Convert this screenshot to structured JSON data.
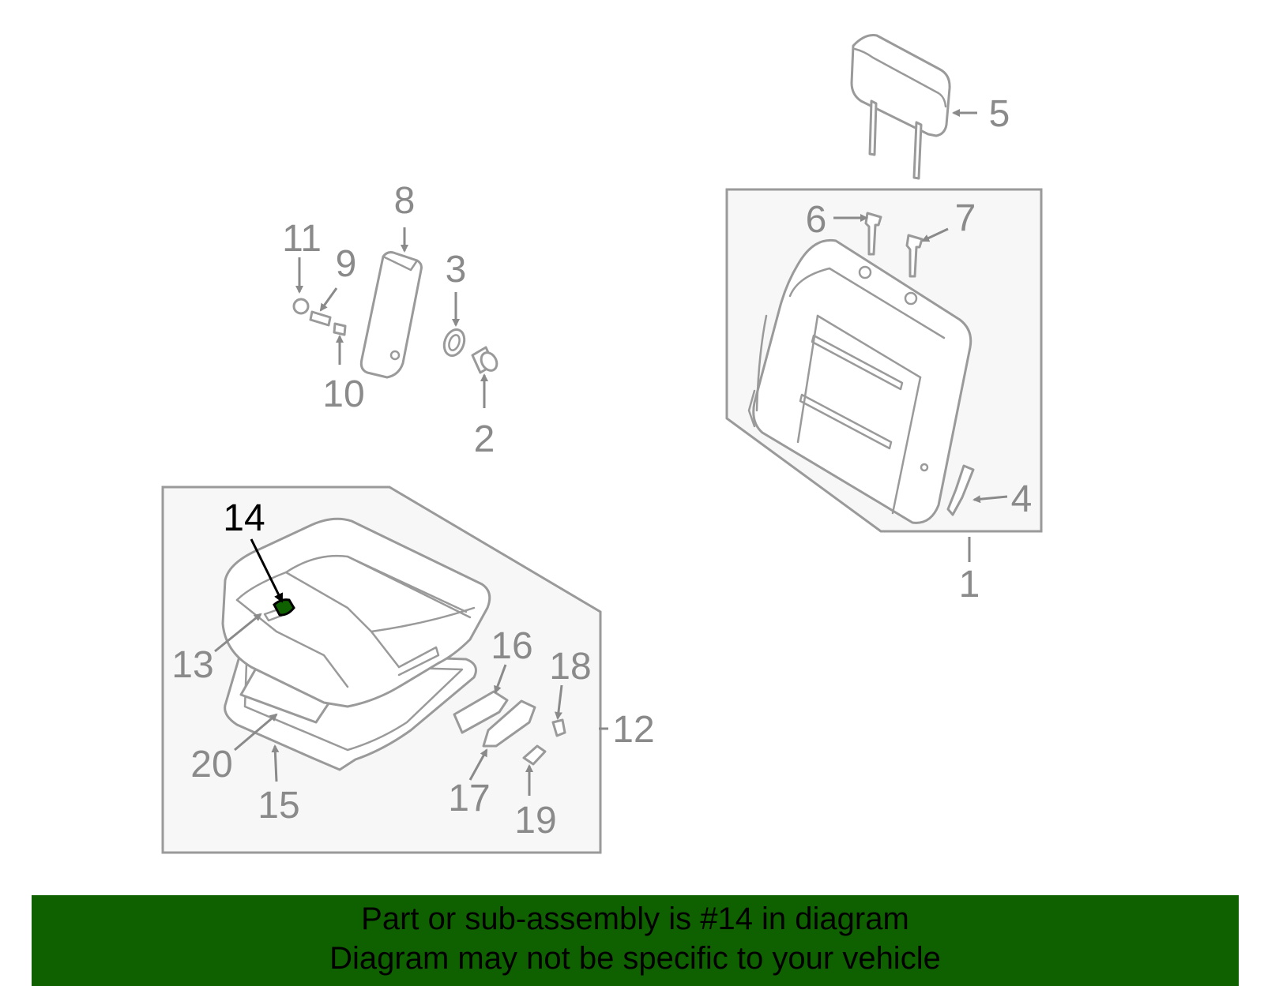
{
  "colors": {
    "highlight": "#0f6100",
    "banner_bg": "#0f6100",
    "line": "#9a9a9a"
  },
  "callouts": {
    "c1": "1",
    "c2": "2",
    "c3": "3",
    "c4": "4",
    "c5": "5",
    "c6": "6",
    "c7": "7",
    "c8": "8",
    "c9": "9",
    "c10": "10",
    "c11": "11",
    "c12": "12",
    "c13": "13",
    "c14": "14",
    "c15": "15",
    "c16": "16",
    "c17": "17",
    "c18": "18",
    "c19": "19",
    "c20": "20"
  },
  "highlighted_part": "14",
  "banner": {
    "line1": "Part or sub-assembly is #14 in diagram",
    "line2": "Diagram may not be specific to your vehicle"
  }
}
